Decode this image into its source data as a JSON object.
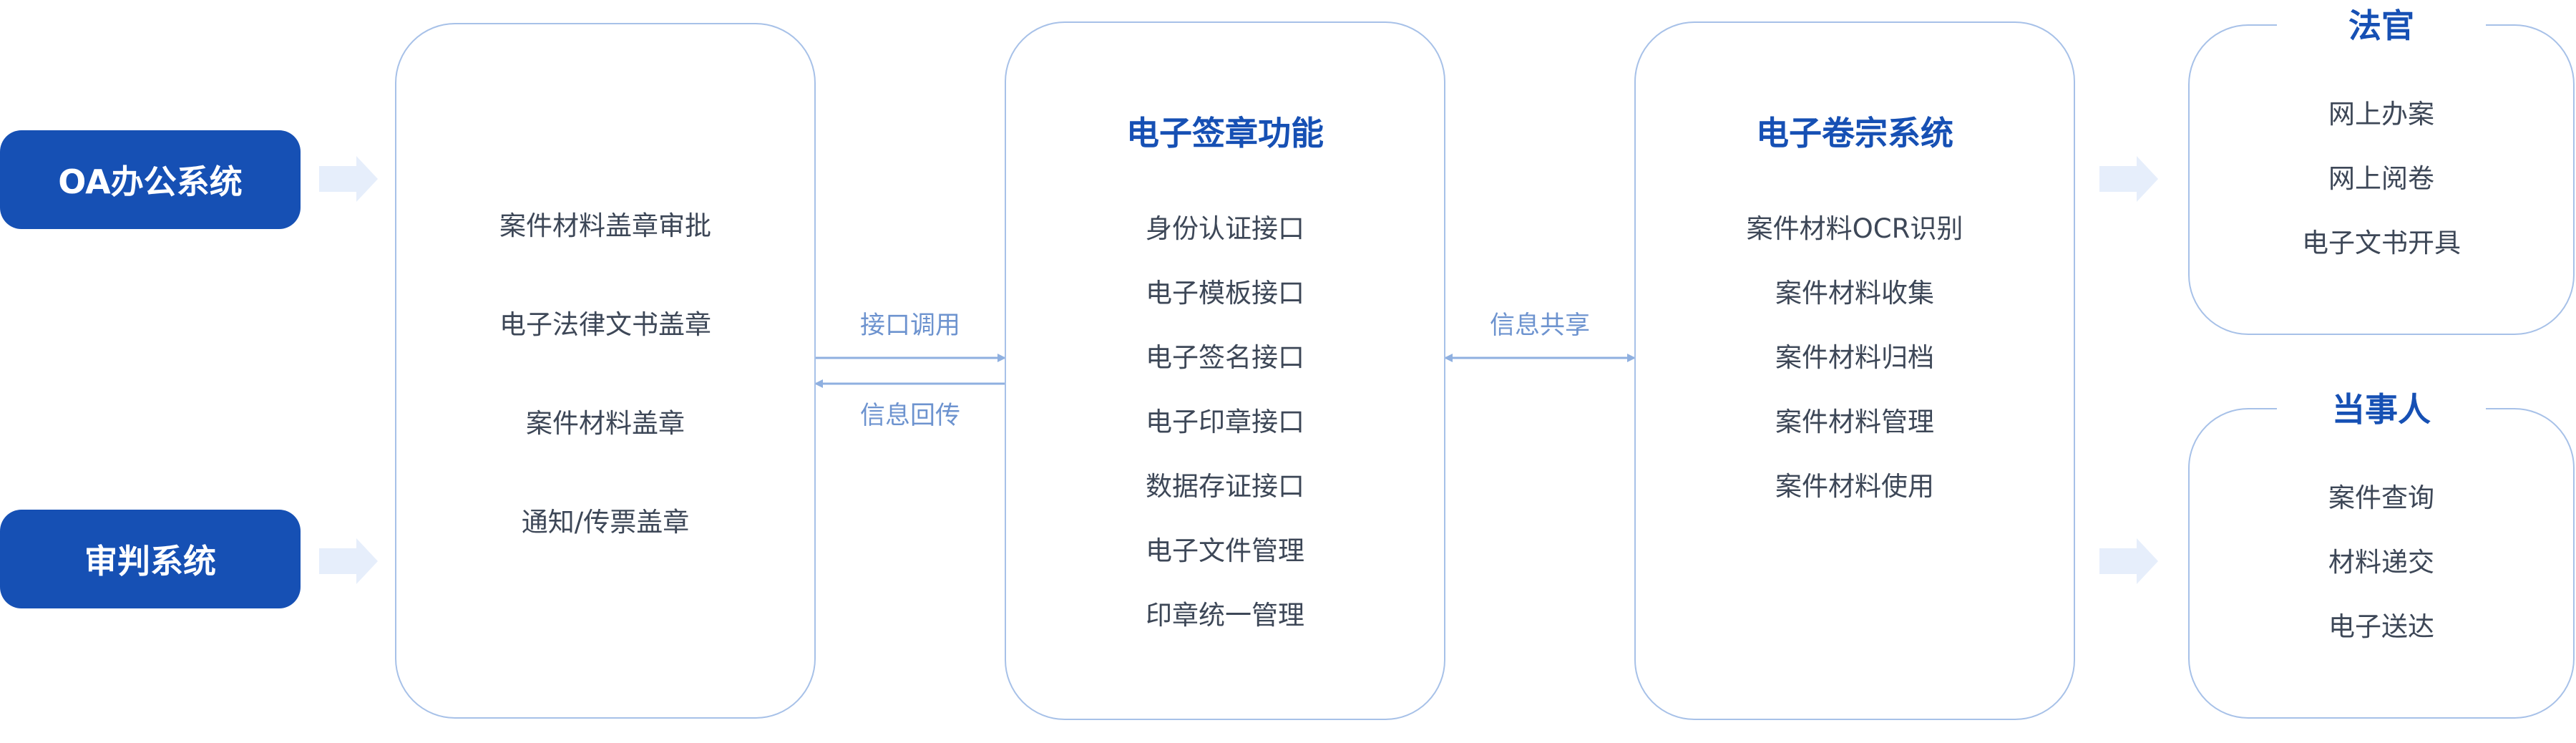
{
  "sources": {
    "oa": "OA办公系统",
    "trial": "审判系统"
  },
  "approval_panel": {
    "items": [
      "案件材料盖章审批",
      "电子法律文书盖章",
      "案件材料盖章",
      "通知/传票盖章"
    ]
  },
  "connector_left": {
    "forward_label": "接口调用",
    "back_label": "信息回传"
  },
  "esign_panel": {
    "title": "电子签章功能",
    "items": [
      "身份认证接口",
      "电子模板接口",
      "电子签名接口",
      "电子印章接口",
      "数据存证接口",
      "电子文件管理",
      "印章统一管理"
    ]
  },
  "connector_right": {
    "label": "信息共享"
  },
  "archive_panel": {
    "title": "电子卷宗系统",
    "items": [
      "案件材料OCR识别",
      "案件材料收集",
      "案件材料归档",
      "案件材料管理",
      "案件材料使用"
    ]
  },
  "judge_group": {
    "title": "法官",
    "items": [
      "网上办案",
      "网上阅卷",
      "电子文书开具"
    ]
  },
  "party_group": {
    "title": "当事人",
    "items": [
      "案件查询",
      "材料递交",
      "电子送达"
    ]
  },
  "colors": {
    "accent": "#1650b4",
    "border": "#a7c1e8",
    "connector": "#6d93cf",
    "arrow_fill": "#e6eefb",
    "text": "#3d4757"
  }
}
